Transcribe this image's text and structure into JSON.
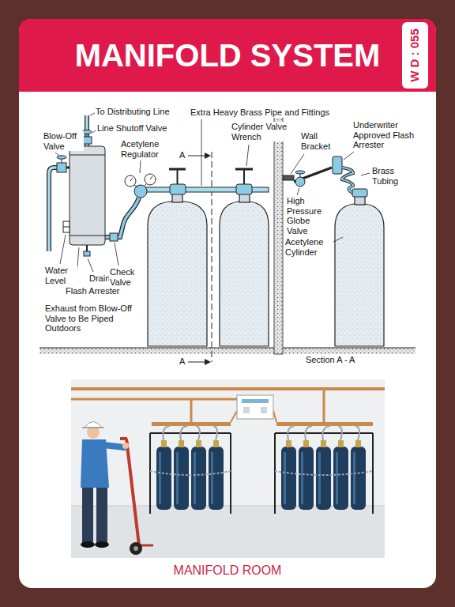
{
  "diagram": {
    "title": "MANIFOLD SYSTEM",
    "caption": "MANIFOLD ROOM",
    "nodes": [
      {
        "text": [
          "W D : 055"
        ]
      }
    ],
    "labels": [
      "To Distributing Line",
      "Blow-Off Valve",
      "Line Shutoff Valve",
      "Acetylene Regulator",
      "Extra Heavy Brass Pipe and Fittings",
      "Cylinder Valve Wrench",
      "Wall Bracket",
      "Underwriter Approved Flash Arrester",
      "Brass Tubing",
      "A",
      "High Pressure Globe Valve",
      "Acetylene Cylinder",
      "Water Level",
      "Drain",
      "Check Valve",
      "Flash Arrester",
      "Exhaust from Blow-Off Valve to Be Piped Outdoors",
      "A",
      "Section A - A"
    ]
  }
}
